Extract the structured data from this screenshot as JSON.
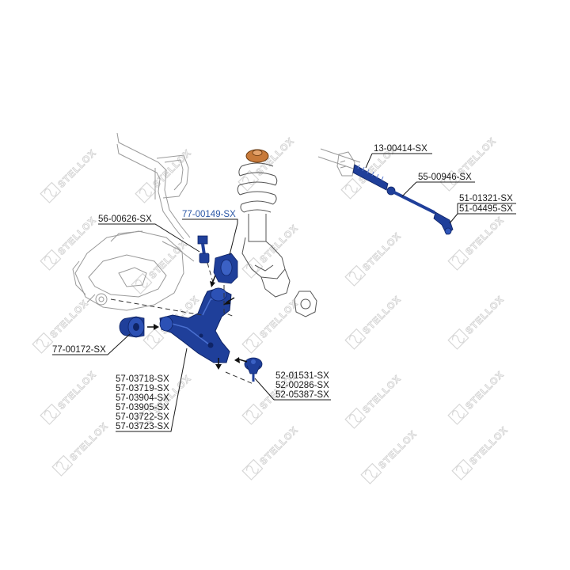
{
  "watermark": {
    "text": "STELLOX",
    "color": "#d3d3d3"
  },
  "colors": {
    "part_fill": "#1f3f9a",
    "part_dark": "#0f2466",
    "accent_label": "#2b57a6",
    "strut_top": "#c87a3a",
    "line": "#1a1a1a"
  },
  "labels": {
    "l_56_00626": "56-00626-SX",
    "l_77_00149": "77-00149-SX",
    "l_77_00172": "77-00172-SX",
    "l_13_00414": "13-00414-SX",
    "l_55_00946": "55-00946-SX",
    "l_51_01321": "51-01321-SX",
    "l_51_04495": "51-04495-SX",
    "control_arm": [
      "57-03718-SX",
      "57-03719-SX",
      "57-03904-SX",
      "57-03905-SX",
      "57-03722-SX",
      "57-03723-SX"
    ],
    "ball_joint": [
      "52-01531-SX",
      "52-00286-SX",
      "52-05387-SX"
    ]
  }
}
